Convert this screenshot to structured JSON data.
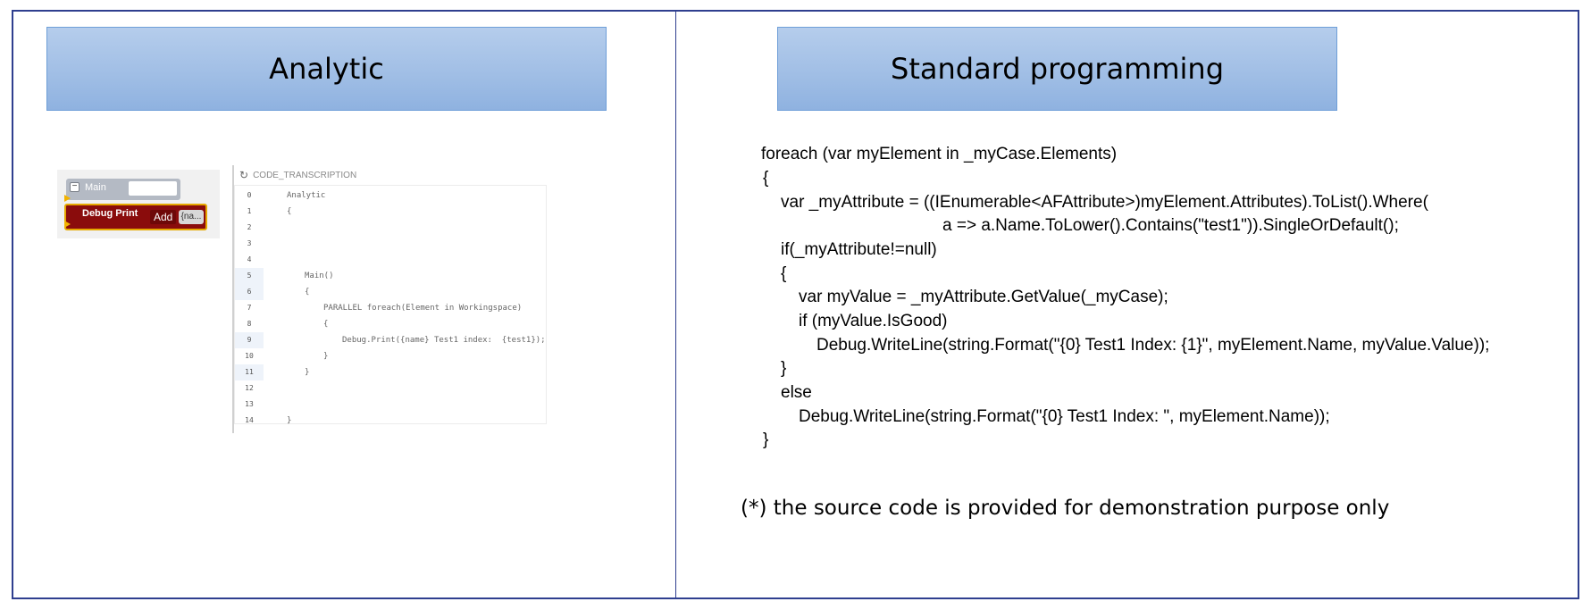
{
  "left": {
    "title": "Analytic",
    "blocks": {
      "main_label": "Main",
      "debug_label": "Debug Print",
      "add_label": "Add",
      "name_chip": "{na..."
    },
    "code": {
      "title": "CODE_TRANSCRIPTION",
      "lines": [
        {
          "n": "0",
          "text": "Analytic"
        },
        {
          "n": "1",
          "text": "{"
        },
        {
          "n": "2",
          "text": ""
        },
        {
          "n": "3",
          "text": ""
        },
        {
          "n": "4",
          "text": ""
        },
        {
          "n": "5",
          "text": "Main()"
        },
        {
          "n": "6",
          "text": "{"
        },
        {
          "n": "7",
          "text": "PARALLEL foreach(Element in Workingspace)"
        },
        {
          "n": "8",
          "text": "{"
        },
        {
          "n": "9",
          "text": "Debug.Print({name} Test1 index:  {test1});"
        },
        {
          "n": "10",
          "text": "}"
        },
        {
          "n": "11",
          "text": "}"
        },
        {
          "n": "12",
          "text": ""
        },
        {
          "n": "13",
          "text": ""
        },
        {
          "n": "14",
          "text": "}"
        }
      ]
    }
  },
  "right": {
    "title": "Standard programming",
    "code_lines": [
      "foreach (var myElement in _myCase.Elements)",
      "{",
      "var _myAttribute = ((IEnumerable<AFAttribute>)myElement.Attributes).ToList().Where(",
      "a => a.Name.ToLower().Contains(\"test1\")).SingleOrDefault();",
      "if(_myAttribute!=null)",
      "{",
      "var myValue = _myAttribute.GetValue(_myCase);",
      "if (myValue.IsGood)",
      "Debug.WriteLine(string.Format(\"{0} Test1 Index: {1}\", myElement.Name, myValue.Value));",
      "}",
      "else",
      "Debug.WriteLine(string.Format(\"{0} Test1 Index: \", myElement.Name));",
      "}"
    ],
    "footnote": "(*) the source code is provided for demonstration purpose only"
  }
}
